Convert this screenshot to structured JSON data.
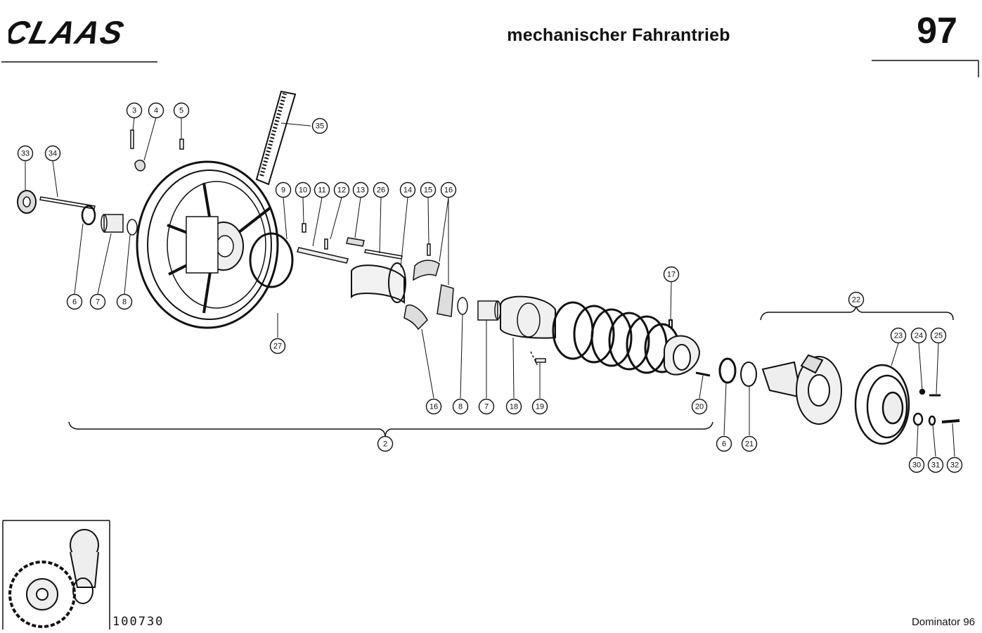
{
  "header": {
    "logo_text": "CLAAS",
    "title": "mechanischer Fahrantrieb",
    "page_number": "97"
  },
  "footer": {
    "doc_number": "100730",
    "model": "Dominator 96"
  },
  "callouts": [
    {
      "id": "c3",
      "label": "3"
    },
    {
      "id": "c4",
      "label": "4"
    },
    {
      "id": "c5",
      "label": "5"
    },
    {
      "id": "c35",
      "label": "35"
    },
    {
      "id": "c33",
      "label": "33"
    },
    {
      "id": "c34",
      "label": "34"
    },
    {
      "id": "c6a",
      "label": "6"
    },
    {
      "id": "c7a",
      "label": "7"
    },
    {
      "id": "c8a",
      "label": "8"
    },
    {
      "id": "c9",
      "label": "9"
    },
    {
      "id": "c10",
      "label": "10"
    },
    {
      "id": "c11",
      "label": "11"
    },
    {
      "id": "c12",
      "label": "12"
    },
    {
      "id": "c13",
      "label": "13"
    },
    {
      "id": "c26",
      "label": "26"
    },
    {
      "id": "c14",
      "label": "14"
    },
    {
      "id": "c15",
      "label": "15"
    },
    {
      "id": "c16a",
      "label": "16"
    },
    {
      "id": "c27",
      "label": "27"
    },
    {
      "id": "c16b",
      "label": "16"
    },
    {
      "id": "c8b",
      "label": "8"
    },
    {
      "id": "c7b",
      "label": "7"
    },
    {
      "id": "c18",
      "label": "18"
    },
    {
      "id": "c19",
      "label": "19"
    },
    {
      "id": "c17",
      "label": "17"
    },
    {
      "id": "c20",
      "label": "20"
    },
    {
      "id": "c2",
      "label": "2"
    },
    {
      "id": "c6b",
      "label": "6"
    },
    {
      "id": "c21",
      "label": "21"
    },
    {
      "id": "c22",
      "label": "22"
    },
    {
      "id": "c23",
      "label": "23"
    },
    {
      "id": "c24",
      "label": "24"
    },
    {
      "id": "c25",
      "label": "25"
    },
    {
      "id": "c30",
      "label": "30"
    },
    {
      "id": "c31",
      "label": "31"
    },
    {
      "id": "c32",
      "label": "32"
    }
  ]
}
